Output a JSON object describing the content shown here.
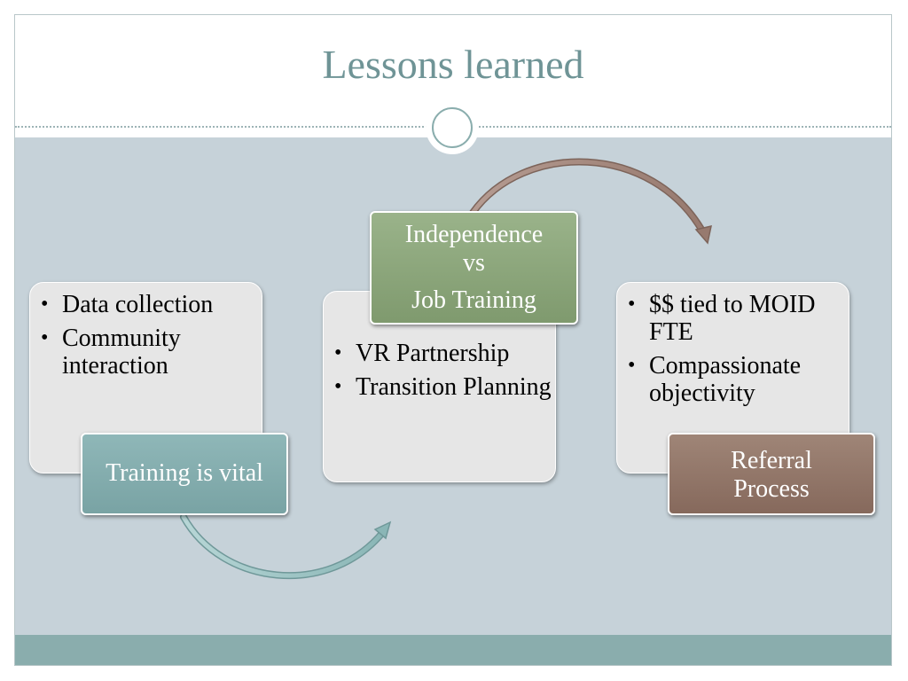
{
  "slide": {
    "title": "Lessons learned"
  },
  "groups": [
    {
      "tag": "Training is vital",
      "bullets": [
        "Data collection",
        "Community interaction"
      ]
    },
    {
      "tag": "Independence vs Job Training",
      "tag_lines": [
        "Independence",
        "vs",
        "Job Training"
      ],
      "bullets": [
        "VR Partnership",
        "Transition Planning"
      ]
    },
    {
      "tag": "Referral Process",
      "tag_lines": [
        "Referral",
        "Process"
      ],
      "bullets": [
        "$$ tied to MOID FTE",
        "Compassionate objectivity"
      ]
    }
  ],
  "colors": {
    "title": "#6f9496",
    "content_background": "#c6d2d9",
    "footer_band": "#8aadad",
    "card": "#e6e6e6",
    "tag_teal": "#80a9aa",
    "tag_green": "#8aa57a",
    "tag_brown": "#927568",
    "arrow_teal": "#9cc3c3",
    "arrow_brown": "#a48a80"
  }
}
